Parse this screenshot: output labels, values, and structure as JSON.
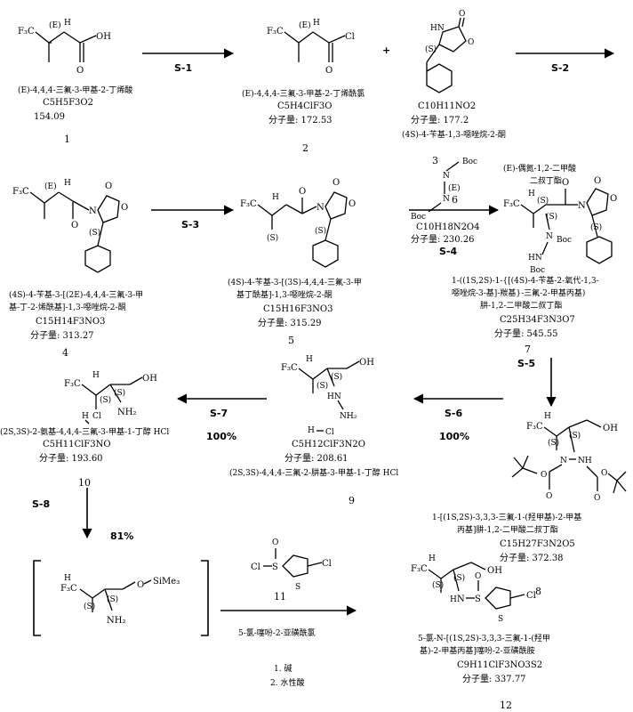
{
  "compounds": {
    "c1": {
      "name": "(E)-4,4,4-三氟-3-甲基-2-丁烯酸",
      "formula": "C5H5F3O2",
      "mw": "154.09",
      "number": "1"
    },
    "c2": {
      "name": "(E)-4,4,4-三氟-3-甲基-2-丁烯酰氯",
      "formula": "C5H4ClF3O",
      "mw": "分子量: 172.53",
      "number": "2"
    },
    "c3": {
      "formula": "C10H11NO2",
      "mw": "分子量: 177.2",
      "name": "(4S)-4-苄基-1,3-噁唑烷-2-酮",
      "number": "3"
    },
    "c4": {
      "name1": "(4S)-4-苄基-3-[(2E)-4,4,4-三氟-3-甲",
      "name2": "基-丁-2-烯酰基]-1,3-噁唑烷-2-酮",
      "formula": "C15H14F3NO3",
      "mw": "分子量: 313.27",
      "number": "4"
    },
    "c5": {
      "name1": "(4S)-4-苄基-3-[(3S)-4,4,4-三氟-3-甲",
      "name2": "基丁酰基]-1,3-噁唑烷-2-酮",
      "formula": "C15H16F3NO3",
      "mw": "分子量: 315.29",
      "number": "5"
    },
    "c6": {
      "name1": "(E)-偶氮-1,2-二甲酸",
      "name2": "二叔丁酯",
      "formula": "C10H18N2O4",
      "mw": "分子量: 230.26",
      "number": "6"
    },
    "c7": {
      "name1": "1-((1S,2S)-1-{[(4S)-4-苄基-2-氧代-1,3-",
      "name2": "噁唑烷-3-基]-羰基}-三氟-2-甲基丙基)",
      "name3": "肼-1,2-二甲酸二叔丁酯",
      "formula": "C25H34F3N3O7",
      "mw": "分子量: 545.55",
      "number": "7"
    },
    "c8": {
      "name1": "1-[(1S,2S)-3,3,3-三氟-1-(羟甲基)-2-甲基",
      "name2": "丙基]肼-1,2-二甲酸二叔丁酯",
      "formula": "C15H27F3N2O5",
      "mw": "分子量: 372.38",
      "number": "8"
    },
    "c9": {
      "formula": "C5H12ClF3N2O",
      "mw": "分子量: 208.61",
      "name": "(2S,3S)-4,4,4-三氟-2-肼基-3-甲基-1-丁醇 HCl",
      "number": "9"
    },
    "c10": {
      "name": "(2S,3S)-2-氨基-4,4,4-三氟-3-甲基-1-丁醇 HCl",
      "formula": "C5H11ClF3NO",
      "mw": "分子量: 193.60",
      "number": "10"
    },
    "c11": {
      "name": "5-氯-噻吩-2-亚磺酰氯",
      "number": "11"
    },
    "c12": {
      "name1": "5-氯-N-[(1S,2S)-3,3,3-三氟-1-(羟甲",
      "name2": "基)-2-甲基丙基]噻吩-2-亚磺酰胺",
      "formula": "C9H11ClF3NO3S2",
      "mw": "分子量: 337.77",
      "number": "12"
    }
  },
  "steps": {
    "s1": "S-1",
    "s2": "S-2",
    "s3": "S-3",
    "s4": "S-4",
    "s5": "S-5",
    "s6": "S-6",
    "s6_yield": "100%",
    "s7": "S-7",
    "s7_yield": "100%",
    "s8": "S-8",
    "s8_yield": "81%",
    "s8_cond1": "1. 碱",
    "s8_cond2": "2. 水性酸"
  },
  "misc": {
    "plus": "+"
  }
}
